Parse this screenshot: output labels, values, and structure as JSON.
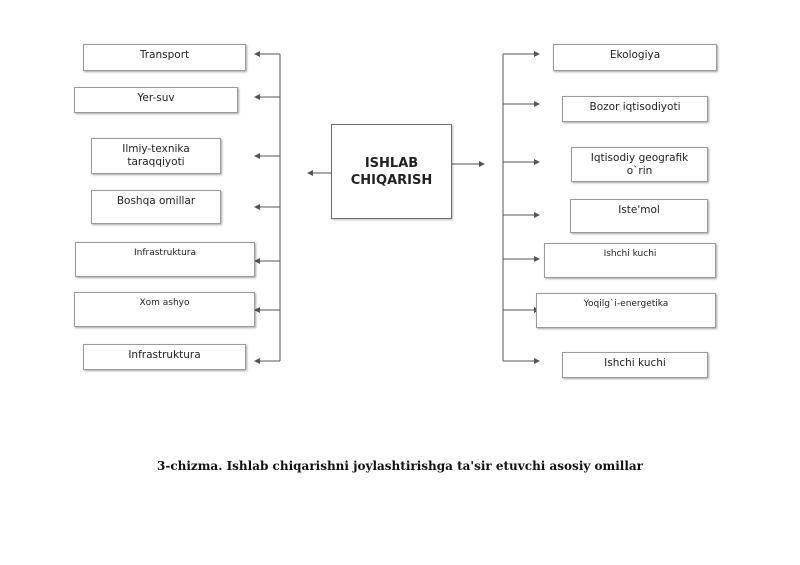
{
  "center": {
    "label": "ISHLAB CHIQARISH"
  },
  "left_factors": [
    {
      "label": "Transport"
    },
    {
      "label": "Yer-suv"
    },
    {
      "label": "Ilmiy-texnika taraqqiyoti"
    },
    {
      "label": "Boshqa omillar"
    },
    {
      "label": "Infrastruktura"
    },
    {
      "label": "Xom ashyo"
    },
    {
      "label": "Infrastruktura"
    }
  ],
  "right_factors": [
    {
      "label": "Ekologiya"
    },
    {
      "label": "Bozor iqtisodiyoti"
    },
    {
      "label": "Iqtisodiy geografik o`rin"
    },
    {
      "label": "Iste'mol"
    },
    {
      "label": "Ishchi kuchi"
    },
    {
      "label": "Yoqilg`i-energetika"
    },
    {
      "label": "Ishchi kuchi"
    }
  ],
  "caption": "3-chizma. Ishlab chiqarishni joylashtirishga ta'sir etuvchi asosiy omillar",
  "colors": {
    "line": "#555555",
    "border": "#9a9a9a"
  }
}
